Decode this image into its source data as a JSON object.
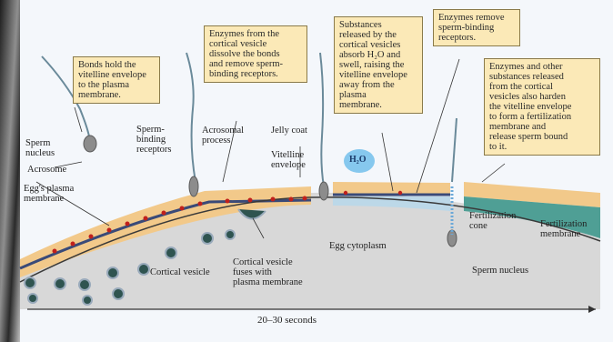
{
  "callouts": {
    "bonds": "Bonds hold the\nvitelline envelope\nto the plasma\nmembrane.",
    "enzymes_cortical": "Enzymes from the\ncortical vesicle\ndissolve the bonds\nand remove sperm-\nbinding receptors.",
    "substances": "Substances\nreleased by the\ncortical vesicles\nabsorb H₂O and\nswell, raising the\nvitelline envelope\naway from the\nplasma\nmembrane.",
    "enzymes_remove": "Enzymes remove\nsperm-binding\nreceptors.",
    "enzymes_other": "Enzymes and other\nsubstances released\nfrom the cortical\nvesicles also harden\nthe vitelline envelope\nto form a fertilization\nmembrane and\nrelease sperm bound\nto it."
  },
  "labels": {
    "sperm_nucleus_left": "Sperm\nnucleus",
    "acrosome": "Acrosome",
    "sperm_binding_receptors": "Sperm-\nbinding\nreceptors",
    "eggs_plasma_membrane": "Egg's plasma\nmembrane",
    "acrosomal_process": "Acrosomal\nprocess",
    "jelly_coat": "Jelly coat",
    "vitelline_envelope": "Vitelline\nenvelope",
    "cortical_vesicle": "Cortical vesicle",
    "cortical_fuses": "Cortical vesicle\nfuses with\nplasma membrane",
    "egg_cytoplasm": "Egg cytoplasm",
    "h2o": "H₂O",
    "fertilization_cone": "Fertilization\ncone",
    "fertilization_membrane": "Fertilization\nmembrane",
    "sperm_nucleus_right": "Sperm nucleus",
    "timeline": "20–30 seconds"
  },
  "colors": {
    "jelly": "#f2c98a",
    "cytoplasm": "#d6d6d6",
    "vitelline": "#3a4a78",
    "fertilization_membrane": "#4f9f95",
    "receptor": "#c0201c",
    "vesicle": "#3a5f5a",
    "callout_bg": "#fbe9b7"
  }
}
